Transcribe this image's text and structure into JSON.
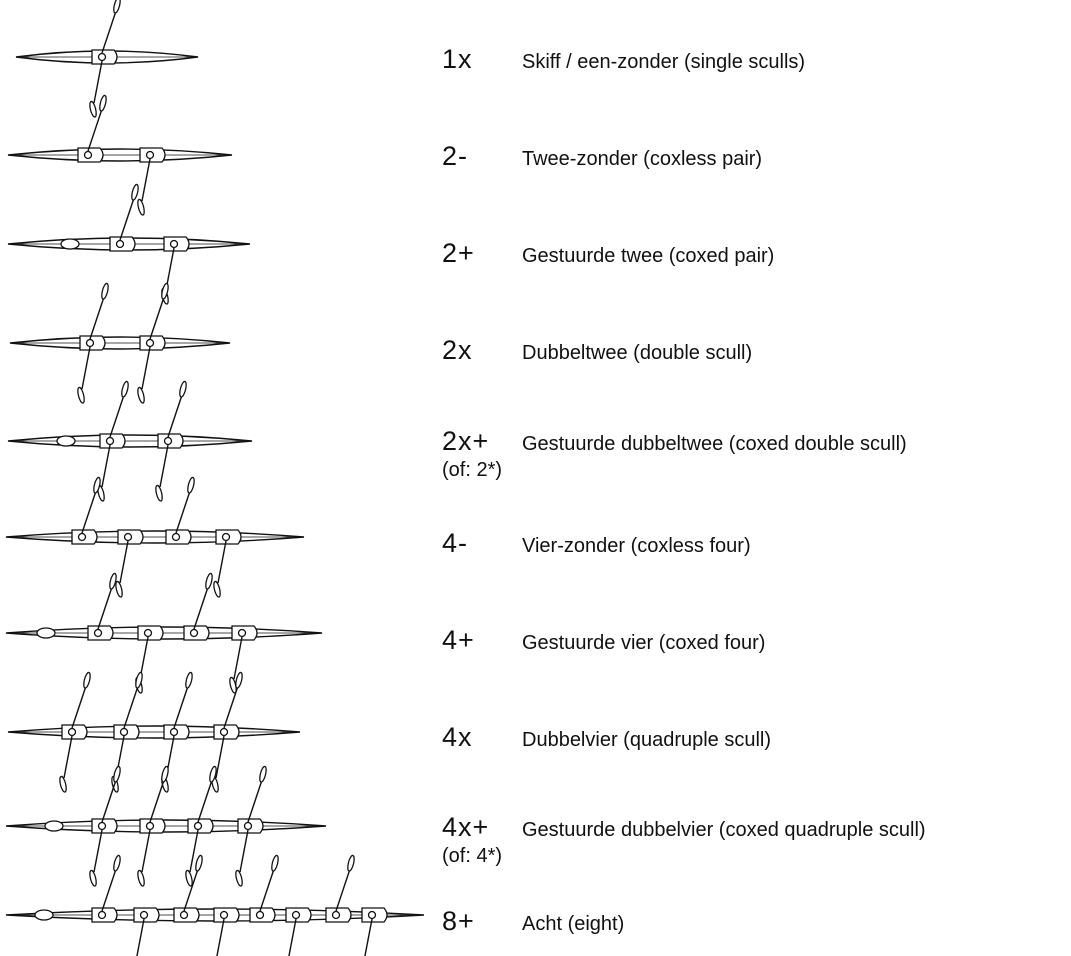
{
  "boat_types": [
    {
      "code": "1x",
      "name": "Skiff / een-zonder  (single sculls)",
      "note": ""
    },
    {
      "code": "2-",
      "name": "Twee-zonder  (coxless pair)",
      "note": ""
    },
    {
      "code": "2+",
      "name": "Gestuurde twee  (coxed pair)",
      "note": ""
    },
    {
      "code": "2x",
      "name": "Dubbeltwee  (double scull)",
      "note": ""
    },
    {
      "code": "2x+",
      "name": "Gestuurde dubbeltwee  (coxed double scull)",
      "note": "(of: 2*)"
    },
    {
      "code": "4-",
      "name": "Vier-zonder  (coxless four)",
      "note": ""
    },
    {
      "code": "4+",
      "name": "Gestuurde vier  (coxed four)",
      "note": ""
    },
    {
      "code": "4x",
      "name": "Dubbelvier  (quadruple scull)",
      "note": ""
    },
    {
      "code": "4x+",
      "name": "Gestuurde dubbelvier  (coxed quadruple scull)",
      "note": "(of: 4*)"
    },
    {
      "code": "8+",
      "name": "Acht  (eight)",
      "note": ""
    }
  ],
  "boats": [
    {
      "id": "1x",
      "rowers": 1,
      "sculling": true,
      "coxed": false
    },
    {
      "id": "2-",
      "rowers": 2,
      "sculling": false,
      "coxed": false
    },
    {
      "id": "2+",
      "rowers": 2,
      "sculling": false,
      "coxed": true
    },
    {
      "id": "2x",
      "rowers": 2,
      "sculling": true,
      "coxed": false
    },
    {
      "id": "2x+",
      "rowers": 2,
      "sculling": true,
      "coxed": true
    },
    {
      "id": "4-",
      "rowers": 4,
      "sculling": false,
      "coxed": false
    },
    {
      "id": "4+",
      "rowers": 4,
      "sculling": false,
      "coxed": true
    },
    {
      "id": "4x",
      "rowers": 4,
      "sculling": true,
      "coxed": false
    },
    {
      "id": "4x+",
      "rowers": 4,
      "sculling": true,
      "coxed": true
    },
    {
      "id": "8+",
      "rowers": 8,
      "sculling": false,
      "coxed": true
    }
  ],
  "colors": {
    "ink": "#111111",
    "background": "#ffffff"
  }
}
